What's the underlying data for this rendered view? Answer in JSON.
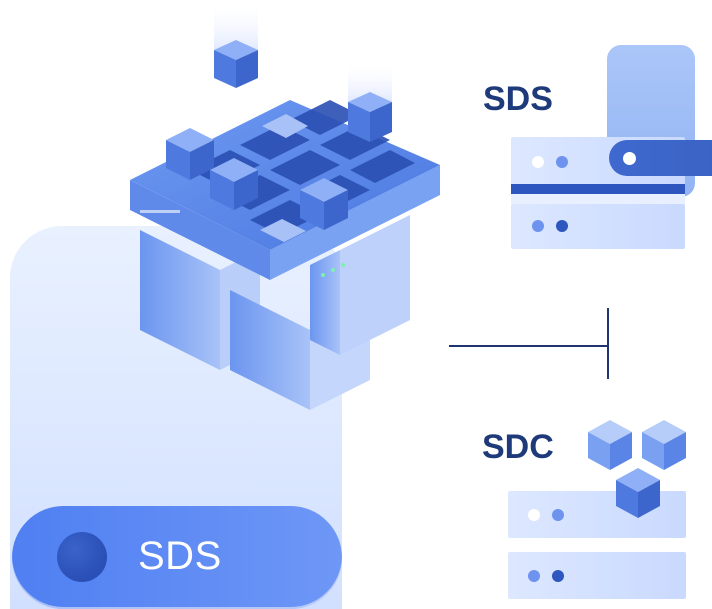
{
  "left_card": {
    "label": "SDS"
  },
  "sds_node": {
    "title": "SDS"
  },
  "sdc_node": {
    "title": "SDC"
  },
  "colors": {
    "primary_blue": "#4f7ff2",
    "dark_blue": "#1f3a7a",
    "light_panel": "#dbe7ff",
    "server_fill": "#cddcff"
  },
  "icons": [
    "storage-cluster-icon",
    "server-icon",
    "cube-icon"
  ]
}
